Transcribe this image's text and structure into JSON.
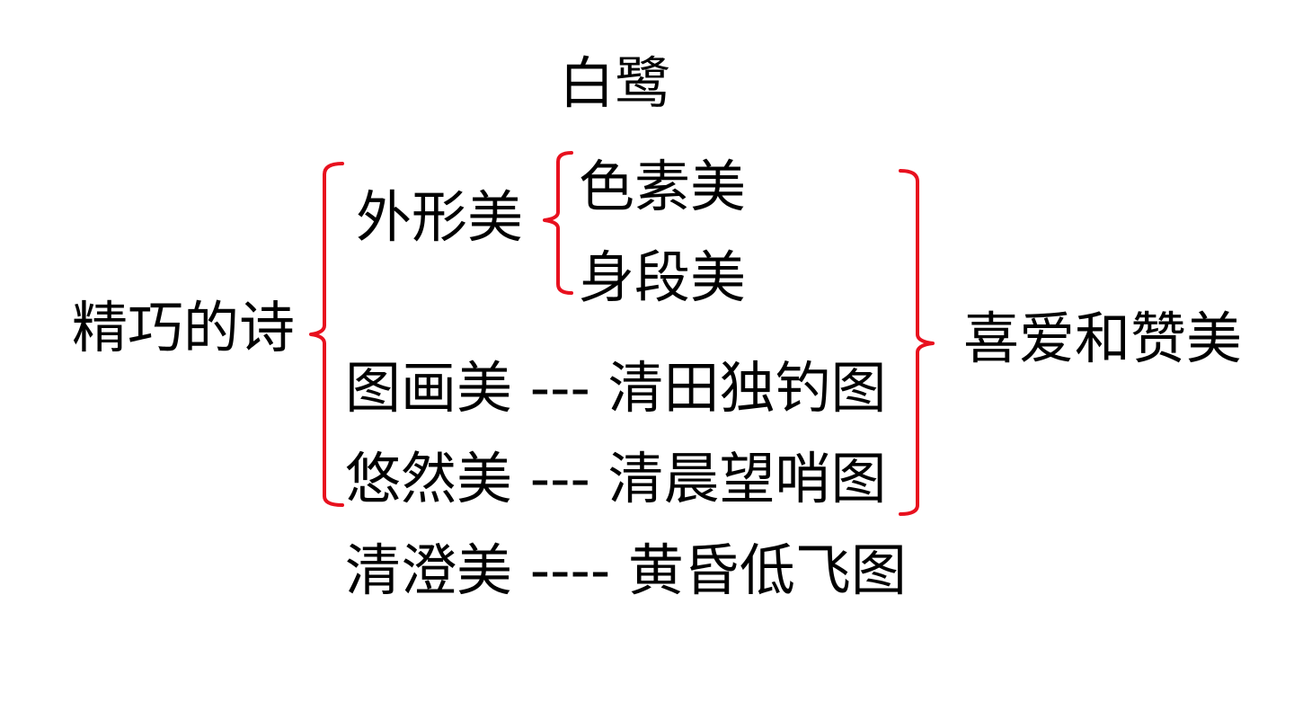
{
  "title": "白鹭",
  "root": "精巧的诗",
  "group": {
    "label": "外形美",
    "children": [
      "色素美",
      "身段美"
    ]
  },
  "rows": [
    "图画美 --- 清田独钓图",
    "悠然美 --- 清晨望哨图",
    "清澄美 ---- 黄昏低飞图"
  ],
  "summary": "喜爱和赞美",
  "colors": {
    "bracket": "#e8101e",
    "text": "#000000"
  }
}
